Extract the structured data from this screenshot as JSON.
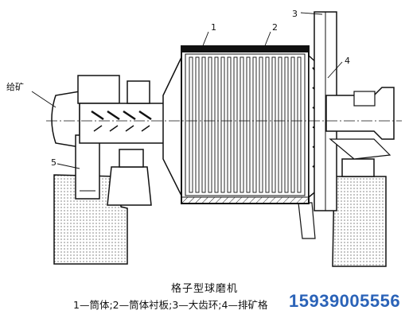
{
  "figure": {
    "title": "格子型球磨机",
    "legend_text": "1—筒体;2—筒体衬板;3—大齿环;4—排矿格",
    "callouts": {
      "n1": "1",
      "n2": "2",
      "n3": "3",
      "n4": "4",
      "n5": "5",
      "feed": "给矿"
    }
  },
  "watermark": {
    "phone": "15939005556",
    "color": "#2b63b8"
  }
}
